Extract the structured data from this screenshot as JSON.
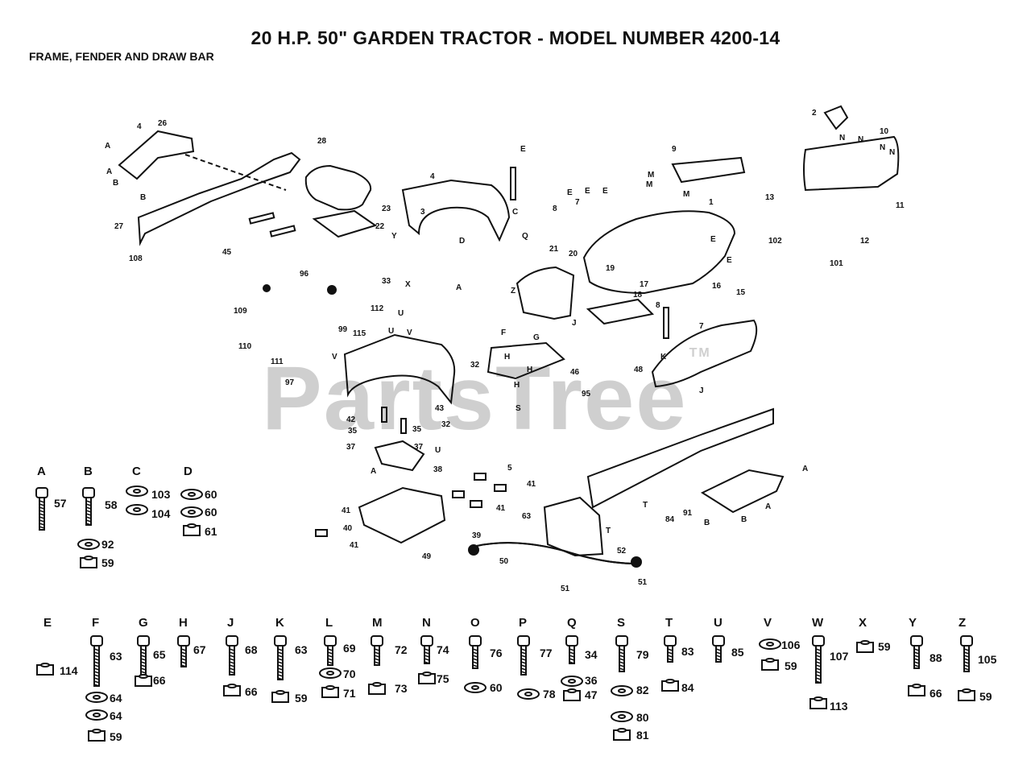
{
  "header": {
    "title": "20 H.P. 50\" GARDEN TRACTOR - MODEL NUMBER 4200-14",
    "subtitle": "FRAME, FENDER AND DRAW BAR"
  },
  "watermark": {
    "text": "PartsTree",
    "tm": "TM"
  },
  "callouts": [
    "2",
    "10",
    "9",
    "M",
    "M",
    "M",
    "N",
    "N",
    "N",
    "N",
    "11",
    "13",
    "12",
    "101",
    "102",
    "1",
    "8",
    "7",
    "E",
    "E",
    "E",
    "E",
    "E",
    "E",
    "4",
    "3",
    "C",
    "D",
    "Q",
    "21",
    "20",
    "19",
    "18",
    "17",
    "16",
    "15",
    "8",
    "7",
    "4",
    "26",
    "A",
    "A",
    "B",
    "B",
    "27",
    "28",
    "23",
    "22",
    "Y",
    "X",
    "33",
    "45",
    "108",
    "96",
    "109",
    "110",
    "111",
    "112",
    "97",
    "115",
    "99",
    "U",
    "U",
    "V",
    "V",
    "32",
    "43",
    "32",
    "42",
    "35",
    "35",
    "37",
    "37",
    "U",
    "A",
    "38",
    "A",
    "Z",
    "J",
    "F",
    "H",
    "H",
    "G",
    "H",
    "46",
    "48",
    "K",
    "J",
    "S",
    "95",
    "5",
    "41",
    "41",
    "41",
    "40",
    "41",
    "39",
    "49",
    "50",
    "51",
    "51",
    "52",
    "63",
    "T",
    "T",
    "84",
    "91",
    "B",
    "B",
    "A",
    "A",
    "26",
    "65"
  ],
  "hardware_top": [
    {
      "letter": "A",
      "nums": [
        "57"
      ]
    },
    {
      "letter": "B",
      "nums": [
        "58",
        "92",
        "59"
      ]
    },
    {
      "letter": "C",
      "nums": [
        "103",
        "104"
      ]
    },
    {
      "letter": "D",
      "nums": [
        "60",
        "60",
        "61"
      ]
    }
  ],
  "hardware_bottom": [
    {
      "letter": "E",
      "nums": [
        "114"
      ]
    },
    {
      "letter": "F",
      "nums": [
        "63",
        "64",
        "64",
        "59"
      ]
    },
    {
      "letter": "G",
      "nums": [
        "65",
        "66"
      ]
    },
    {
      "letter": "H",
      "nums": [
        "67"
      ]
    },
    {
      "letter": "J",
      "nums": [
        "68",
        "66"
      ]
    },
    {
      "letter": "K",
      "nums": [
        "63",
        "59"
      ]
    },
    {
      "letter": "L",
      "nums": [
        "69",
        "70",
        "71"
      ]
    },
    {
      "letter": "M",
      "nums": [
        "72",
        "73"
      ]
    },
    {
      "letter": "N",
      "nums": [
        "74",
        "75"
      ]
    },
    {
      "letter": "O",
      "nums": [
        "76",
        "60"
      ]
    },
    {
      "letter": "P",
      "nums": [
        "77",
        "78"
      ]
    },
    {
      "letter": "Q",
      "nums": [
        "34",
        "36",
        "47"
      ]
    },
    {
      "letter": "S",
      "nums": [
        "79",
        "80",
        "81",
        "82"
      ]
    },
    {
      "letter": "T",
      "nums": [
        "83",
        "84"
      ]
    },
    {
      "letter": "U",
      "nums": [
        "85"
      ]
    },
    {
      "letter": "V",
      "nums": [
        "106",
        "59"
      ]
    },
    {
      "letter": "W",
      "nums": [
        "107",
        "113"
      ]
    },
    {
      "letter": "X",
      "nums": [
        "59"
      ]
    },
    {
      "letter": "Y",
      "nums": [
        "88",
        "66"
      ]
    },
    {
      "letter": "Z",
      "nums": [
        "105",
        "59"
      ]
    }
  ]
}
